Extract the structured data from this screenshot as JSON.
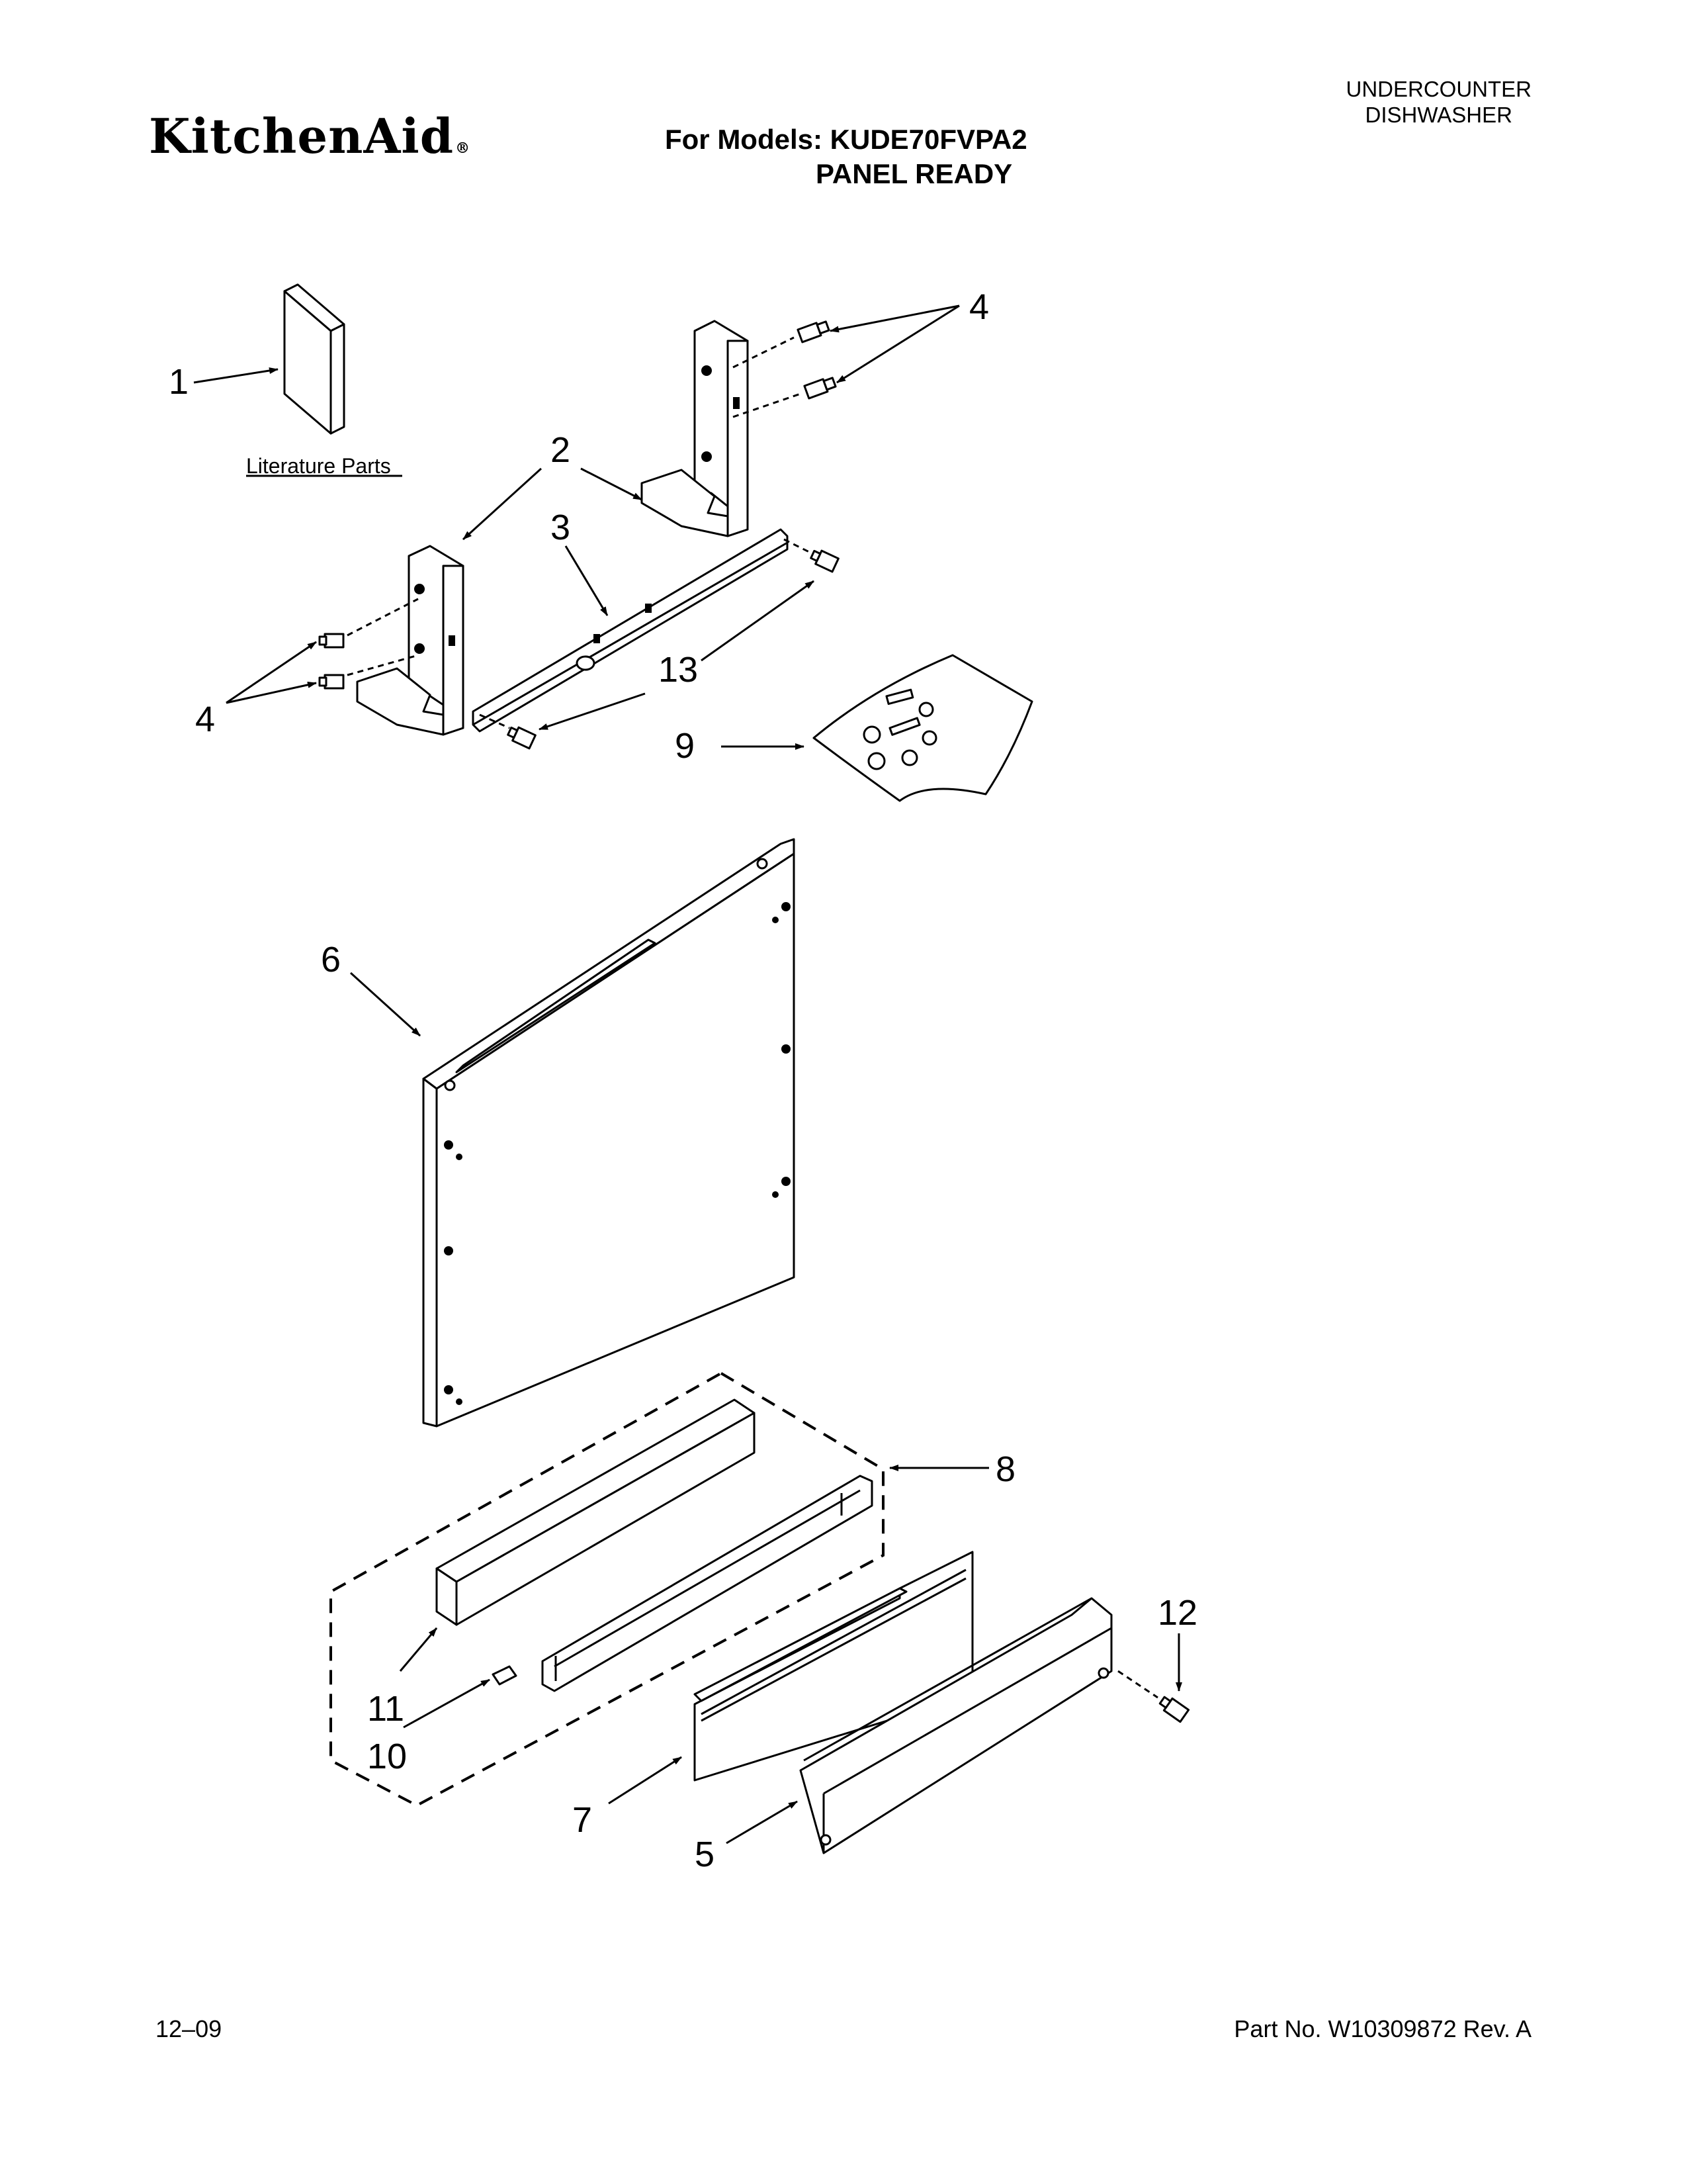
{
  "header": {
    "brand": "KitchenAid",
    "brand_mark": "®",
    "models_line": "For Models: KUDE70FVPA2",
    "models_sub": "PANEL READY",
    "category_line1": "UNDERCOUNTER",
    "category_line2": "DISHWASHER"
  },
  "diagram": {
    "literature_caption": "Literature Parts",
    "callouts": [
      {
        "id": "1",
        "text": "1"
      },
      {
        "id": "2",
        "text": "2"
      },
      {
        "id": "3",
        "text": "3"
      },
      {
        "id": "4a",
        "text": "4"
      },
      {
        "id": "4b",
        "text": "4"
      },
      {
        "id": "5",
        "text": "5"
      },
      {
        "id": "6",
        "text": "6"
      },
      {
        "id": "7",
        "text": "7"
      },
      {
        "id": "8",
        "text": "8"
      },
      {
        "id": "9",
        "text": "9"
      },
      {
        "id": "10",
        "text": "10"
      },
      {
        "id": "11",
        "text": "11"
      },
      {
        "id": "12",
        "text": "12"
      },
      {
        "id": "13",
        "text": "13"
      }
    ]
  },
  "footer": {
    "date": "12–09",
    "part_number": "Part No. W10309872 Rev. A"
  }
}
